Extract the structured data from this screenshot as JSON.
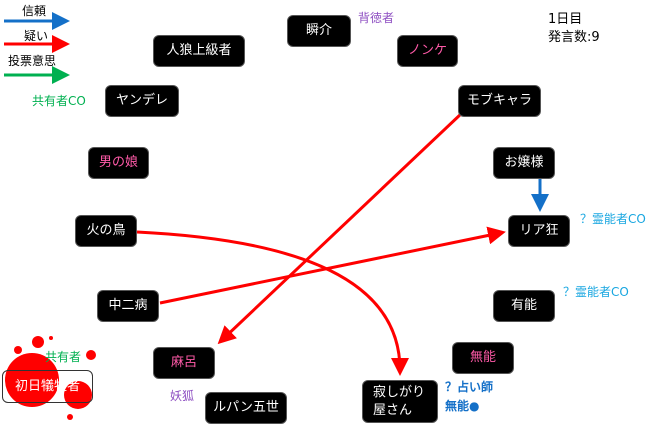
{
  "legend": [
    {
      "label": "信頼",
      "color": "#1470c8"
    },
    {
      "label": "疑い",
      "color": "#ff0000"
    },
    {
      "label": "投票意思",
      "color": "#00b050"
    }
  ],
  "status": {
    "day": "1日目",
    "speech_count": "発言数:9"
  },
  "nodes": {
    "shunsuke": "瞬介",
    "jinro": "人狼上級者",
    "nonke": "ノンケ",
    "yandere": "ヤンデレ",
    "mobu": "モブキャラ",
    "otokonoko": "男の娘",
    "ojou": "お嬢様",
    "hinotori": "火の鳥",
    "riakyo": "リア狂",
    "chuni": "中二病",
    "yuunou": "有能",
    "maro": "麻呂",
    "munou": "無能",
    "lupin": "ルパン五世",
    "sabishi1": "寂しがり",
    "sabishi2": "屋さん",
    "victim": "初日犠牲者"
  },
  "annotations": {
    "shunsuke": "背徳者",
    "yandere": "共有者CO",
    "riakyo": "？霊能者CO",
    "yuunou": "？霊能者CO",
    "maro": "妖狐",
    "sabishi1": "？占い師",
    "sabishi2": "無能●",
    "victim": "共有者"
  },
  "colors": {
    "trust": "#1470c8",
    "doubt": "#ff0000",
    "vote": "#00b050"
  }
}
